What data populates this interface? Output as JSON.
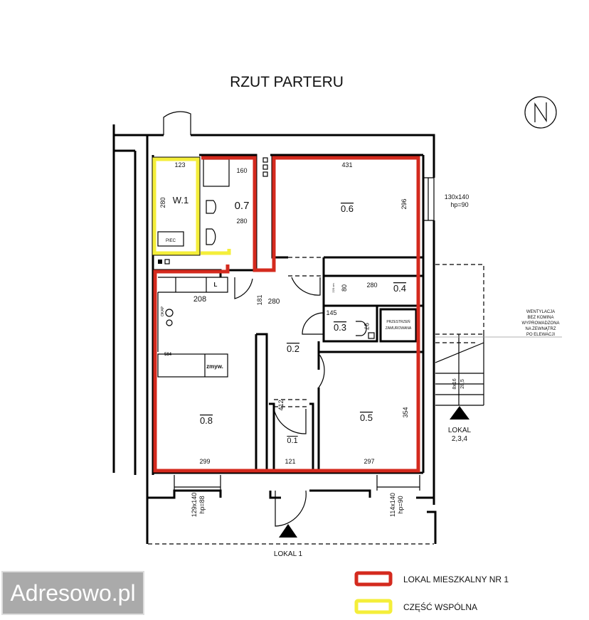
{
  "title": "RZUT PARTERU",
  "north_symbol": "N",
  "rooms": {
    "w1": {
      "label": "W.1",
      "dim_w": "123",
      "dim_h": "280",
      "piec": "PIEC"
    },
    "r07": {
      "label": "0.7",
      "dim_w": "160",
      "dim_h": "280"
    },
    "r06": {
      "label": "0.6",
      "dim_w": "431",
      "dim_h": "296"
    },
    "r04": {
      "label": "0.4",
      "dim_w": "280",
      "dim_h": "80",
      "note": "220 cm"
    },
    "r03": {
      "label": "0.3",
      "dim_w": "145",
      "dim_h": "97"
    },
    "walled": {
      "line1": "PRZESTRZEŃ",
      "line2": "ZAMUROWANA"
    },
    "r02": {
      "label": "0.2",
      "dim_a": "181",
      "dim_b": "280"
    },
    "r08": {
      "label": "0.8",
      "dim_w": "299",
      "kitchen": "208",
      "l": "L",
      "okap": "OKAP",
      "dim_584": "584",
      "zmyw": "zmyw."
    },
    "r01": {
      "label": "0.1",
      "dim_w": "121",
      "dim_h": "412"
    },
    "r05": {
      "label": "0.5",
      "dim_w": "297",
      "dim_h": "354"
    }
  },
  "windows": {
    "east": {
      "size": "130x140",
      "hp": "hp=90"
    },
    "south_left": {
      "size": "129x140",
      "hp": "hp=88"
    },
    "south_right": {
      "size": "114x140",
      "hp": "hp=90"
    }
  },
  "stairs": {
    "a": "8x16",
    "b": "28,5"
  },
  "ventilation": [
    "WENTYLACJA",
    "BEZ KOMINA",
    "WYPROWADZONA",
    "NA ZEWNĄTRZ",
    "PO ELEWACJI"
  ],
  "lokal1": "LOKAL 1",
  "lokal234": {
    "line1": "LOKAL",
    "line2": "2,3,4"
  },
  "legend": [
    {
      "label": "LOKAL MIESZKALNY NR 1",
      "color": "#d42a1e"
    },
    {
      "label": "CZĘŚĆ WSPÓLNA",
      "color": "#f4ee3a"
    }
  ],
  "watermark": "Adresowo.pl"
}
